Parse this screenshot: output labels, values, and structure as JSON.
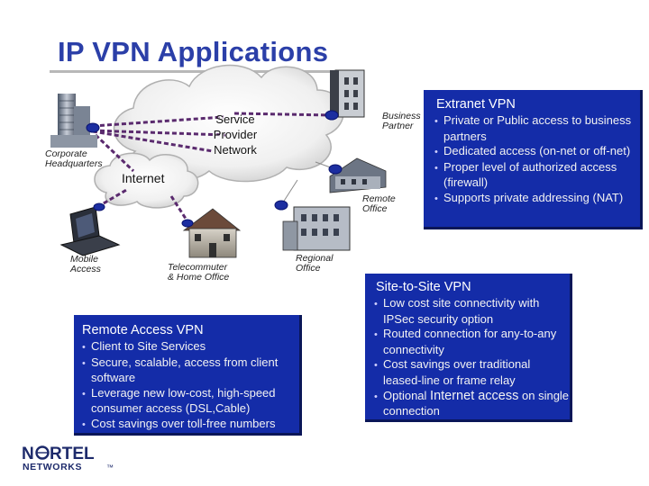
{
  "title": "IP VPN Applications",
  "diagram": {
    "cloud_label": [
      "Service",
      "Provider",
      "Network"
    ],
    "internet_label": "Internet",
    "sites": {
      "corporate": [
        "Corporate",
        "Headquarters"
      ],
      "business_partner": [
        "Business",
        "Partner"
      ],
      "remote_office": [
        "Remote",
        "Office"
      ],
      "regional_office": [
        "Regional",
        "Office"
      ],
      "telecommuter": [
        "Telecommuter",
        "& Home Office"
      ],
      "mobile": [
        "Mobile",
        "Access"
      ]
    }
  },
  "extranet": {
    "heading": "Extranet VPN",
    "items": [
      "Private or Public access to business partners",
      "Dedicated access (on-net or off-net)",
      "Proper level of authorized access (firewall)",
      "Supports private addressing (NAT)"
    ]
  },
  "site_to_site": {
    "heading": "Site-to-Site VPN",
    "items": [
      "Low cost site connectivity with IPSec security option",
      "Routed connection for any-to-any connectivity",
      "Cost savings over traditional leased-line or frame relay"
    ],
    "last_item": {
      "prefix": "Optional",
      "emphasis": "Internet access",
      "suffix": "on single connection"
    }
  },
  "remote_access": {
    "heading": "Remote Access VPN",
    "items": [
      "Client to Site Services",
      "Secure, scalable, access from client software",
      "Leverage new low-cost, high-speed consumer access (DSL,Cable)",
      "Cost savings over toll-free numbers"
    ]
  },
  "logo": {
    "text_part1": "N",
    "text_part2": "RTEL",
    "sub": "NETWORKS",
    "tm": "™"
  },
  "colors": {
    "title": "#2b3fa8",
    "box_bg": "#142ca8",
    "box_shadow": "#0a1658",
    "tunnel": "#5a2a6e",
    "node": "#1c2ea0"
  }
}
